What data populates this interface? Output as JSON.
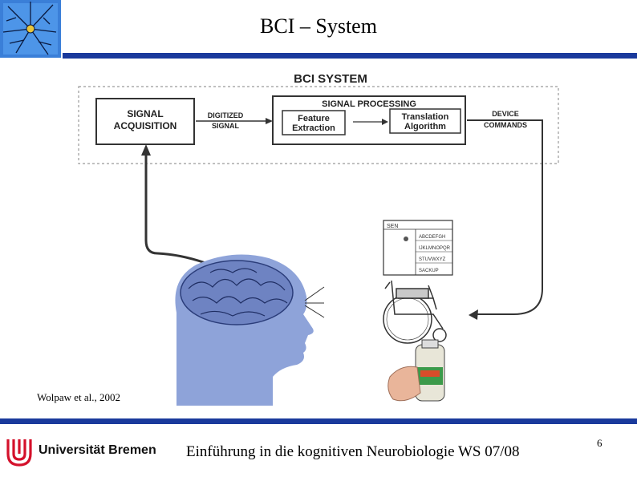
{
  "slide": {
    "title": "BCI – System",
    "citation": "Wolpaw et al., 2002",
    "footer_text": "Einführung in die kognitiven Neurobiologie WS 07/08",
    "page_number": "6",
    "university_name": "Universität Bremen"
  },
  "diagram": {
    "header": "BCI SYSTEM",
    "signal_acquisition": [
      "SIGNAL",
      "ACQUISITION"
    ],
    "digitized_signal": [
      "DIGITIZED",
      "SIGNAL"
    ],
    "signal_processing": "SIGNAL PROCESSING",
    "feature_extraction": [
      "Feature",
      "Extraction"
    ],
    "translation_algorithm": [
      "Translation",
      "Algorithm"
    ],
    "device_commands": [
      "DEVICE",
      "COMMANDS"
    ],
    "speller_label": "SEN",
    "speller_rows": [
      "ABCDEFGH",
      "IJKLMNOPQR",
      "STUVWXYZ",
      "SACKUP"
    ],
    "colors": {
      "bar": "#1a3a9c",
      "head": "#8ea3d9",
      "brain": "#5f74b4",
      "uni_red": "#d4112b"
    }
  }
}
